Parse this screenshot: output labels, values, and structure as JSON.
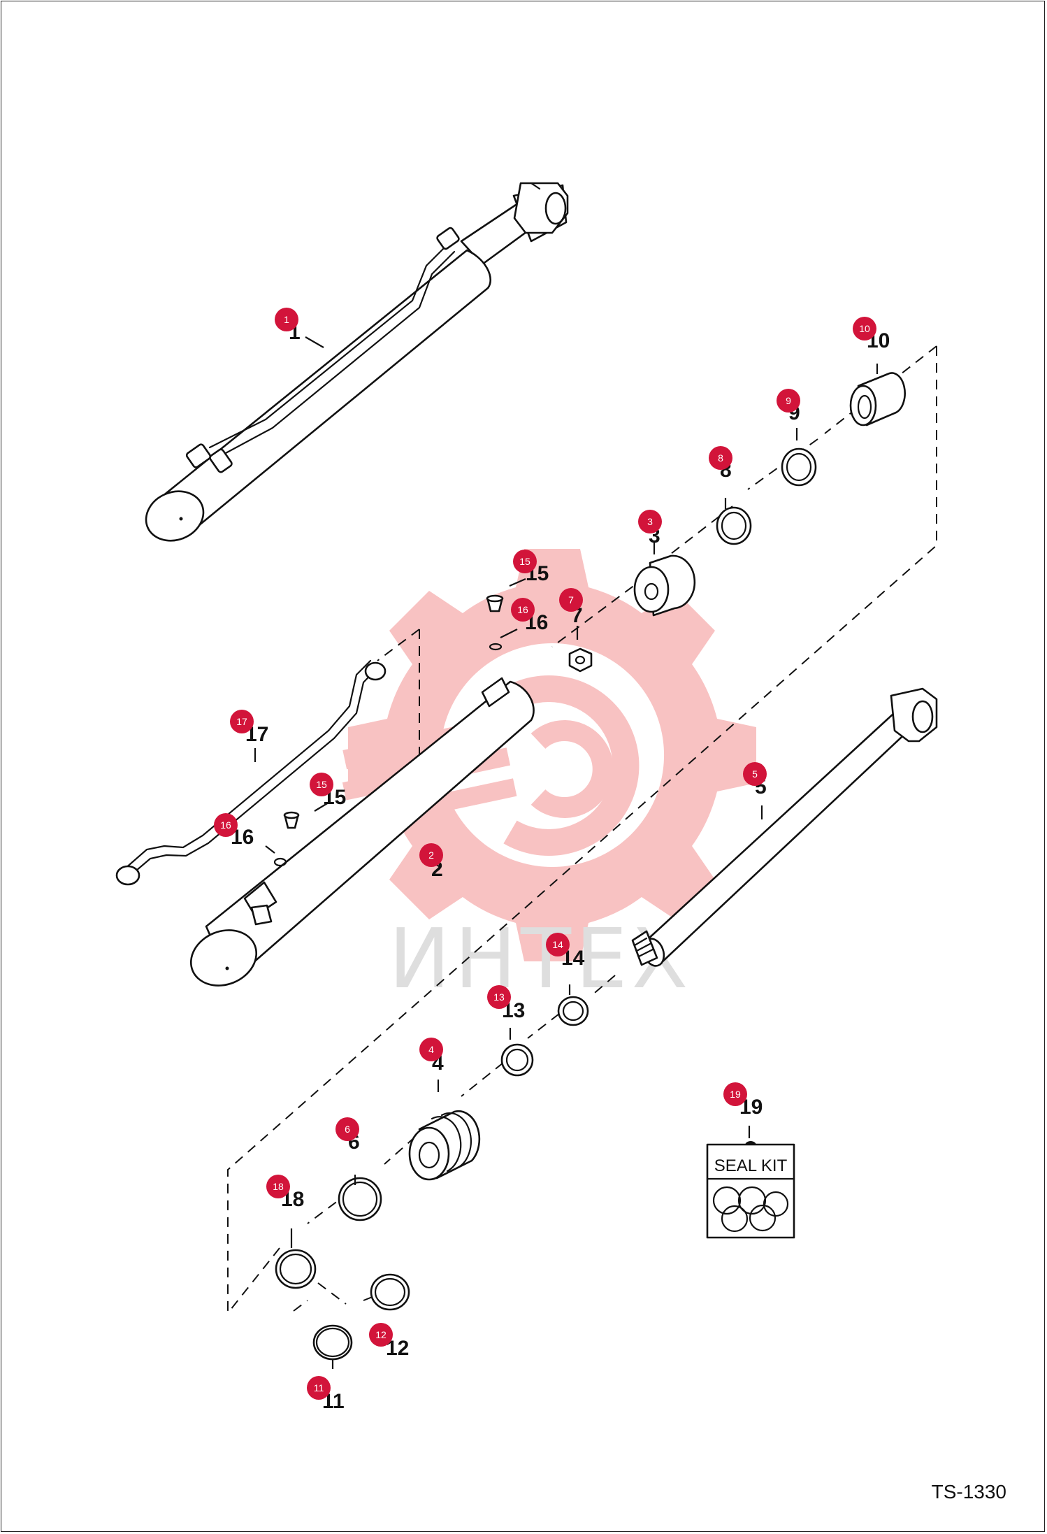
{
  "diagram": {
    "doc_id": "TS-1330",
    "watermark": "ИНТЕХ",
    "seal_kit_label": "SEAL KIT",
    "parts": [
      {
        "id": "1",
        "label": "1"
      },
      {
        "id": "2",
        "label": "2"
      },
      {
        "id": "3",
        "label": "3"
      },
      {
        "id": "4",
        "label": "4"
      },
      {
        "id": "5",
        "label": "5"
      },
      {
        "id": "6",
        "label": "6"
      },
      {
        "id": "7",
        "label": "7"
      },
      {
        "id": "8",
        "label": "8"
      },
      {
        "id": "9",
        "label": "9"
      },
      {
        "id": "10",
        "label": "10"
      },
      {
        "id": "11",
        "label": "11"
      },
      {
        "id": "12",
        "label": "12"
      },
      {
        "id": "13",
        "label": "13"
      },
      {
        "id": "14",
        "label": "14"
      },
      {
        "id": "15a",
        "label": "15"
      },
      {
        "id": "15b",
        "label": "15"
      },
      {
        "id": "16a",
        "label": "16"
      },
      {
        "id": "16b",
        "label": "16"
      },
      {
        "id": "17",
        "label": "17"
      },
      {
        "id": "18",
        "label": "18"
      },
      {
        "id": "19",
        "label": "19"
      }
    ],
    "colors": {
      "badge": "#d2143a",
      "watermark": "#f4a6a6",
      "line": "#111111"
    }
  }
}
